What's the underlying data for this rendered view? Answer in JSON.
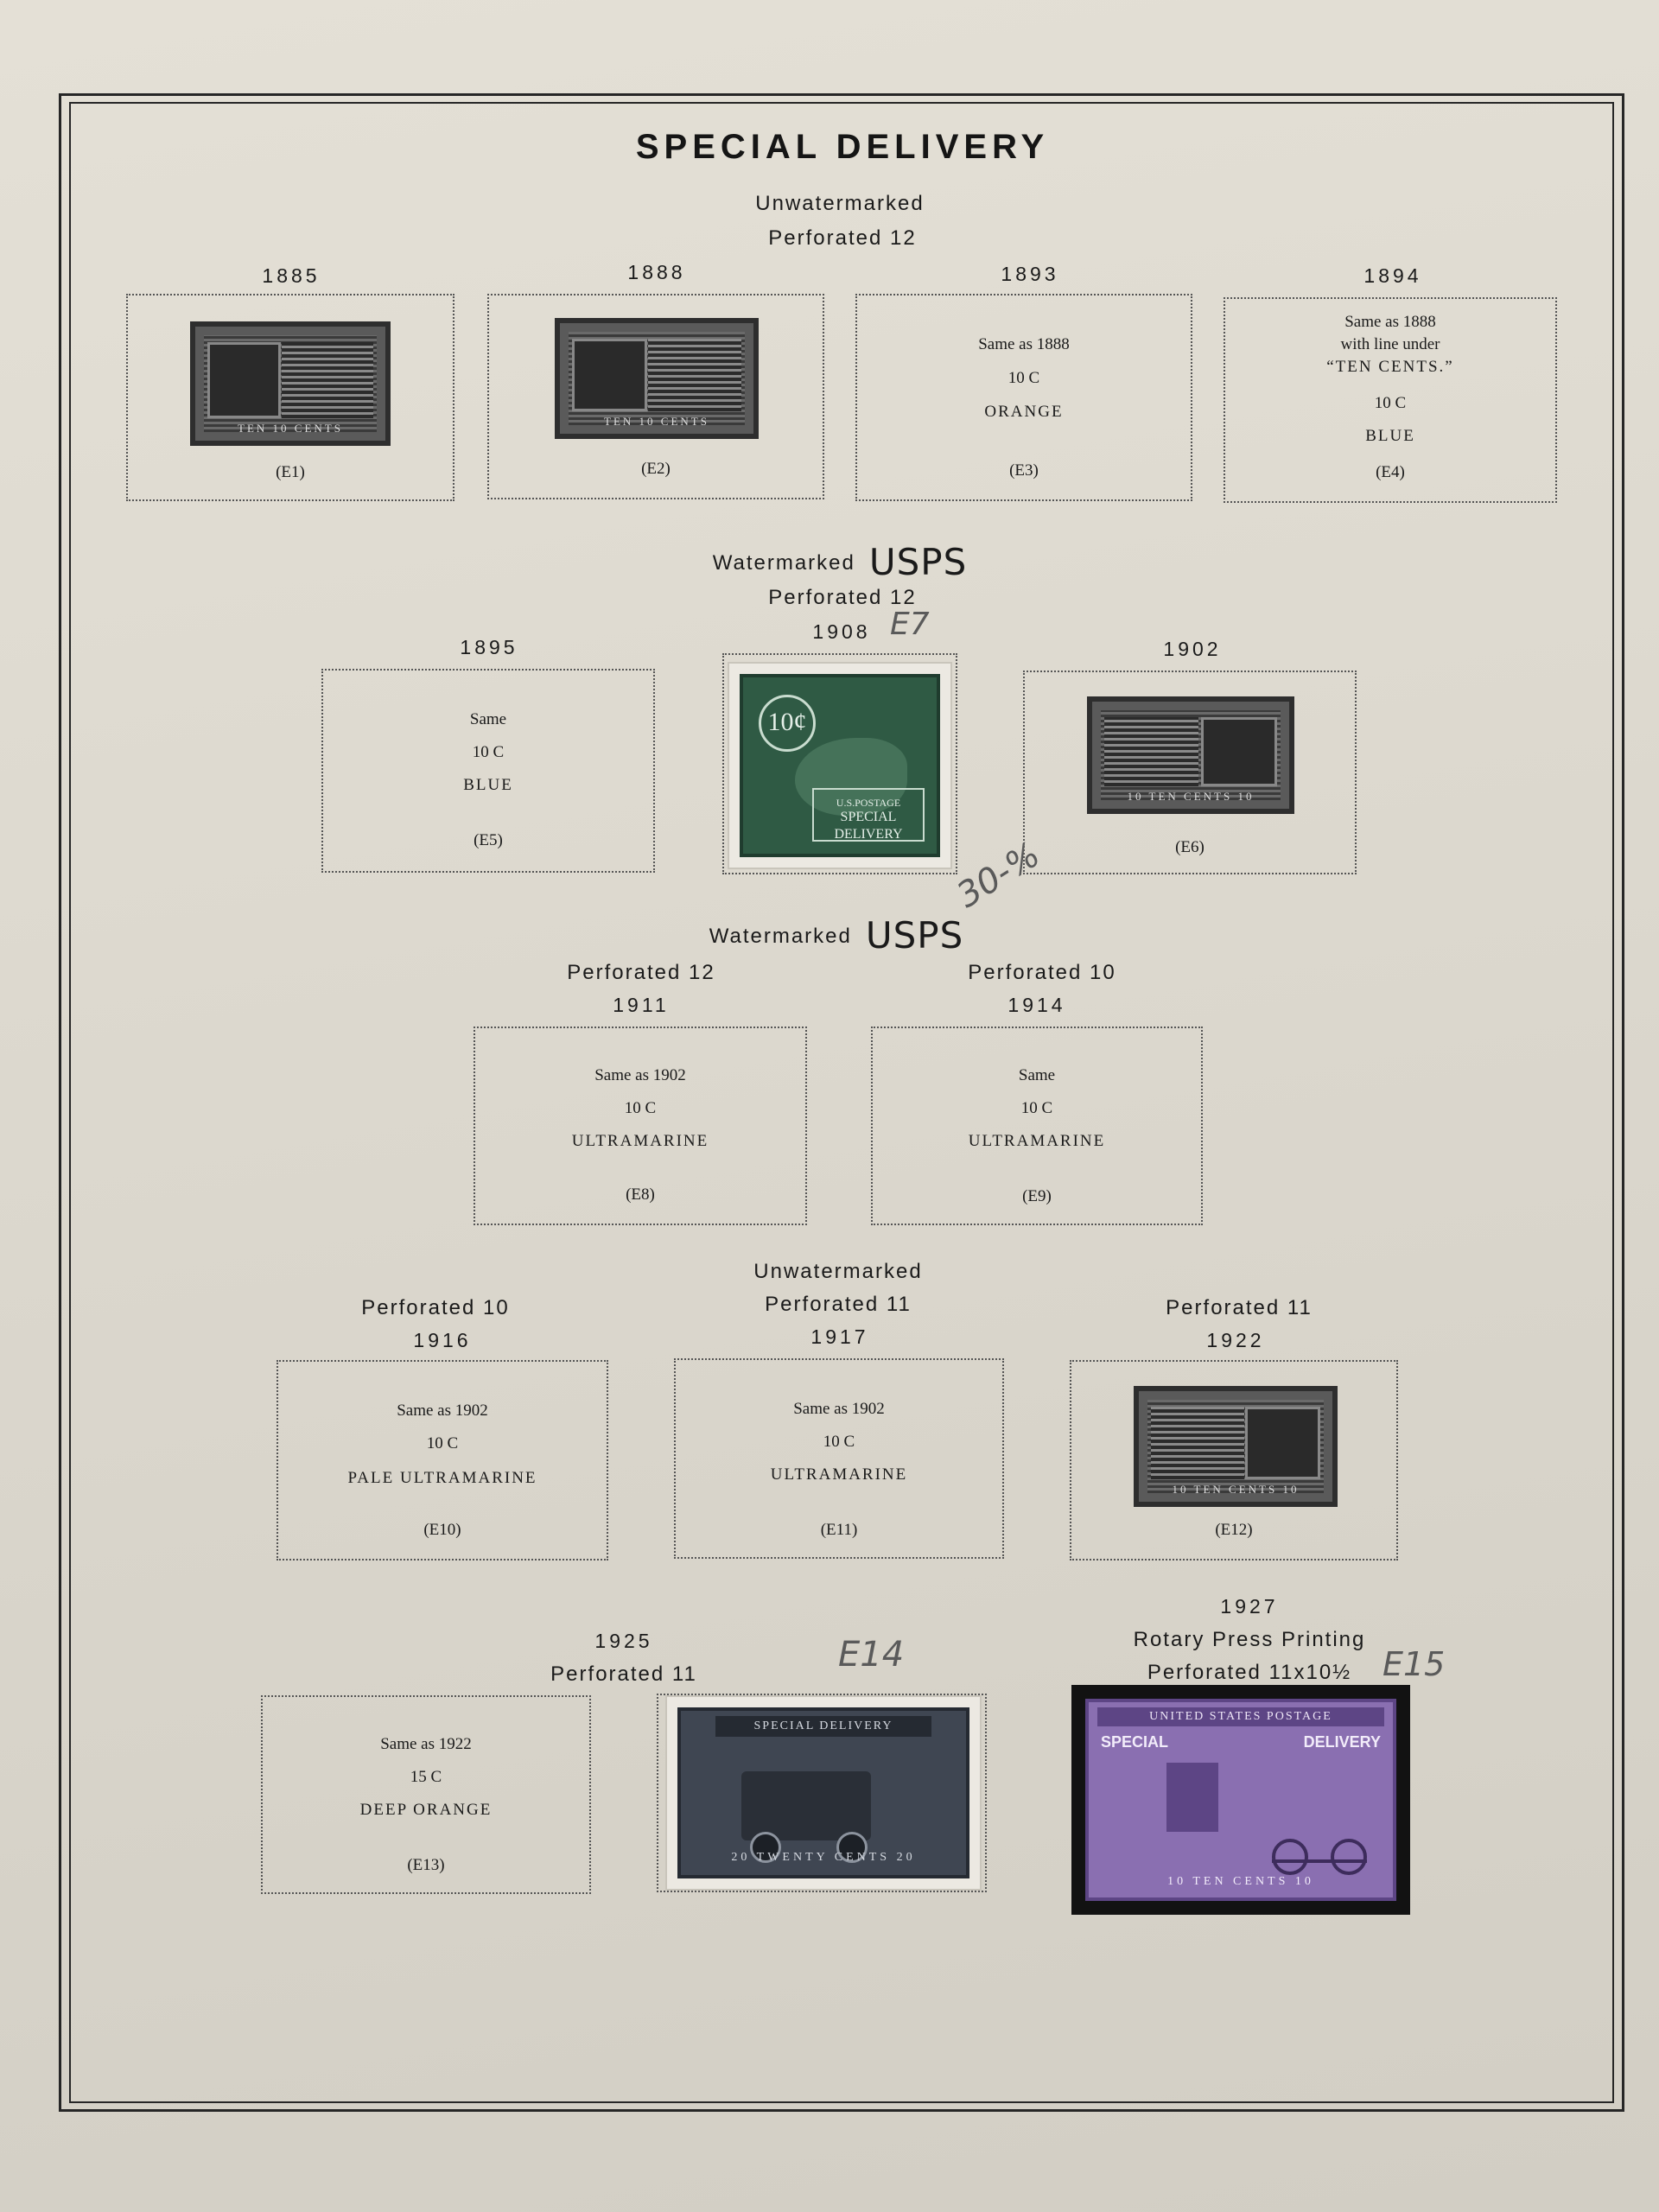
{
  "title": "SPECIAL DELIVERY",
  "sections": {
    "s1": {
      "watermark": "Unwatermarked",
      "perforation": "Perforated 12"
    },
    "s2": {
      "watermark": "Watermarked",
      "watermark_mark": "USPS",
      "perforation": "Perforated 12"
    },
    "s3": {
      "watermark": "Watermarked",
      "watermark_mark": "USPS",
      "perf_left": "Perforated 12",
      "perf_right": "Perforated 10"
    },
    "s4": {
      "watermark": "Unwatermarked",
      "perf_left": "Perforated 10",
      "perf_center": "Perforated 11",
      "perf_right": "Perforated 11"
    },
    "s5": {
      "perf_left": "Perforated 11",
      "rotary": "Rotary Press Printing",
      "perf_right": "Perforated 11x10½"
    }
  },
  "years": {
    "y1885": "1885",
    "y1888": "1888",
    "y1893": "1893",
    "y1894": "1894",
    "y1895": "1895",
    "y1908": "1908",
    "y1902": "1902",
    "y1911": "1911",
    "y1914": "1914",
    "y1916": "1916",
    "y1917": "1917",
    "y1922": "1922",
    "y1925": "1925",
    "y1927": "1927"
  },
  "boxes": {
    "e1": {
      "cat": "(E1)",
      "caption": "TEN 10 CENTS"
    },
    "e2": {
      "cat": "(E2)",
      "caption": "TEN 10 CENTS"
    },
    "e3": {
      "line1": "Same as 1888",
      "line2": "10 C",
      "line3": "ORANGE",
      "cat": "(E3)"
    },
    "e4": {
      "line1": "Same as 1888",
      "line1b": "with line under",
      "line1c": "“TEN CENTS.”",
      "line2": "10 C",
      "line3": "BLUE",
      "cat": "(E4)"
    },
    "e5": {
      "line1": "Same",
      "line2": "10 C",
      "line3": "BLUE",
      "cat": "(E5)"
    },
    "e6": {
      "cat": "(E6)",
      "caption": "10 TEN CENTS 10"
    },
    "e7": {
      "value": "10¢",
      "label_top": "U.S.POSTAGE",
      "label": "SPECIAL DELIVERY"
    },
    "e8": {
      "line1": "Same as 1902",
      "line2": "10 C",
      "line3": "ULTRAMARINE",
      "cat": "(E8)"
    },
    "e9": {
      "line1": "Same",
      "line2": "10 C",
      "line3": "ULTRAMARINE",
      "cat": "(E9)"
    },
    "e10": {
      "line1": "Same as 1902",
      "line2": "10 C",
      "line3": "PALE ULTRAMARINE",
      "cat": "(E10)"
    },
    "e11": {
      "line1": "Same as 1902",
      "line2": "10 C",
      "line3": "ULTRAMARINE",
      "cat": "(E11)"
    },
    "e12": {
      "cat": "(E12)",
      "caption": "10 TEN CENTS 10"
    },
    "e13": {
      "line1": "Same as 1922",
      "line2": "15 C",
      "line3": "DEEP ORANGE",
      "cat": "(E13)"
    },
    "e14": {
      "band": "SPECIAL DELIVERY",
      "foot": "20 TWENTY CENTS 20"
    },
    "e15": {
      "bar": "UNITED STATES POSTAGE",
      "sd_left": "SPECIAL",
      "sd_right": "DELIVERY",
      "foot": "10 TEN CENTS 10"
    }
  },
  "handwriting": {
    "e7": "E7",
    "price": "30-%",
    "e14": "E14",
    "e15": "E15"
  },
  "colors": {
    "page": "#dcd8ce",
    "frame": "#262626",
    "e7_stamp": "#2f5a44",
    "e14_stamp": "#3f4652",
    "e15_stamp": "#8a6fb1"
  }
}
